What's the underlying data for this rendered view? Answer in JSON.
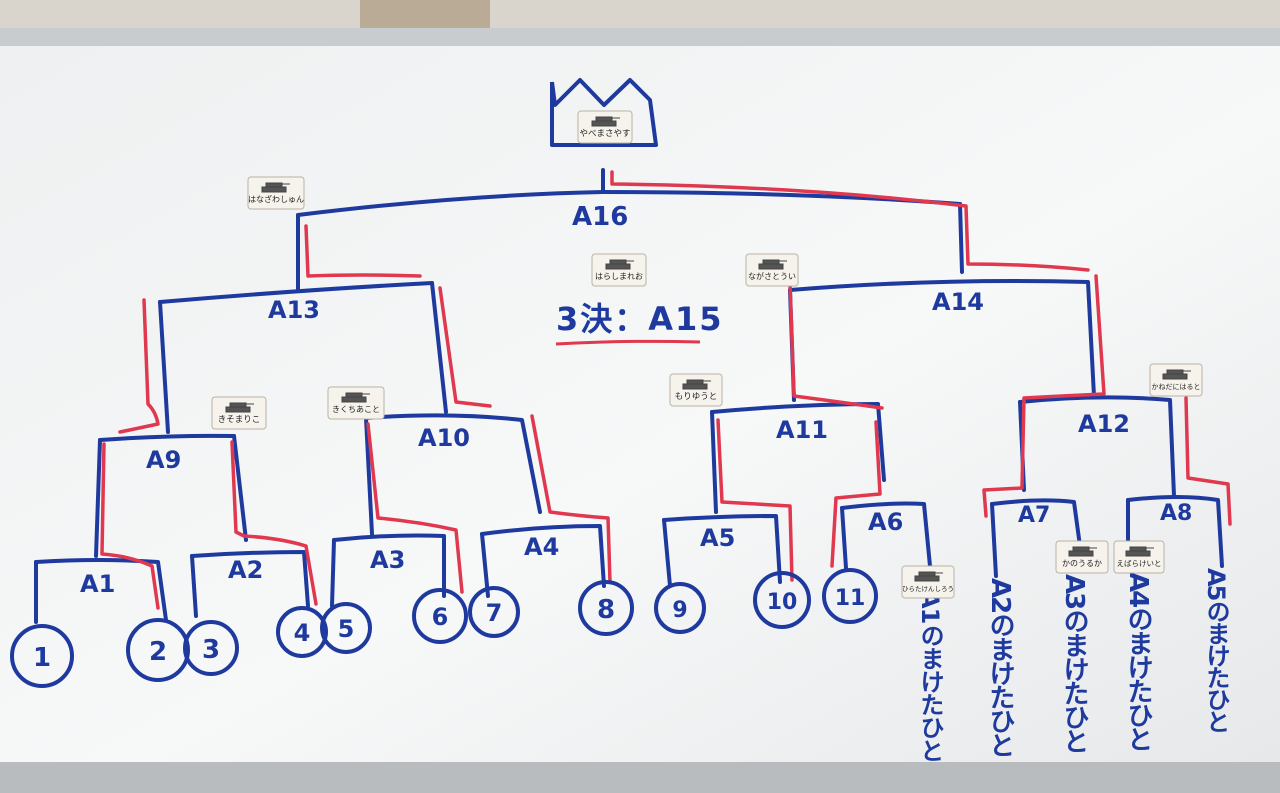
{
  "board": {
    "colors": {
      "blue": "#1f3a9e",
      "red": "#e0384f",
      "board": "#f4f5f6"
    },
    "champion_icon": "crown-icon",
    "third_place": "3決：A15"
  },
  "matches": {
    "A1": "A1",
    "A2": "A2",
    "A3": "A3",
    "A4": "A4",
    "A5": "A5",
    "A6": "A6",
    "A7": "A7",
    "A8": "A8",
    "A9": "A9",
    "A10": "A10",
    "A11": "A11",
    "A12": "A12",
    "A13": "A13",
    "A14": "A14",
    "A16": "A16"
  },
  "seeds": [
    "1",
    "2",
    "3",
    "4",
    "5",
    "6",
    "7",
    "8",
    "9",
    "10",
    "11"
  ],
  "loser_notes": {
    "A1": "A1のまけたひと",
    "A2": "A2のまけたひと",
    "A3": "A3のまけたひと",
    "A4": "A4のまけたひと",
    "A5": "A5のまけたひと"
  },
  "name_tags": {
    "champion": "やべまさやす",
    "A13_winner": "はなざわしゅん",
    "third_place": "はらしまれお",
    "A14_winner": "ながさとうい",
    "A9_winner": "きそまりこ",
    "A10_winner": "きくちあこと",
    "A11_winner": "もりゆうと",
    "A12_winner": "かねだにはると",
    "A6_winner": "ひらたけんしろう",
    "A7_winner": "かのうるか",
    "A8_winner": "えばらけいと"
  }
}
